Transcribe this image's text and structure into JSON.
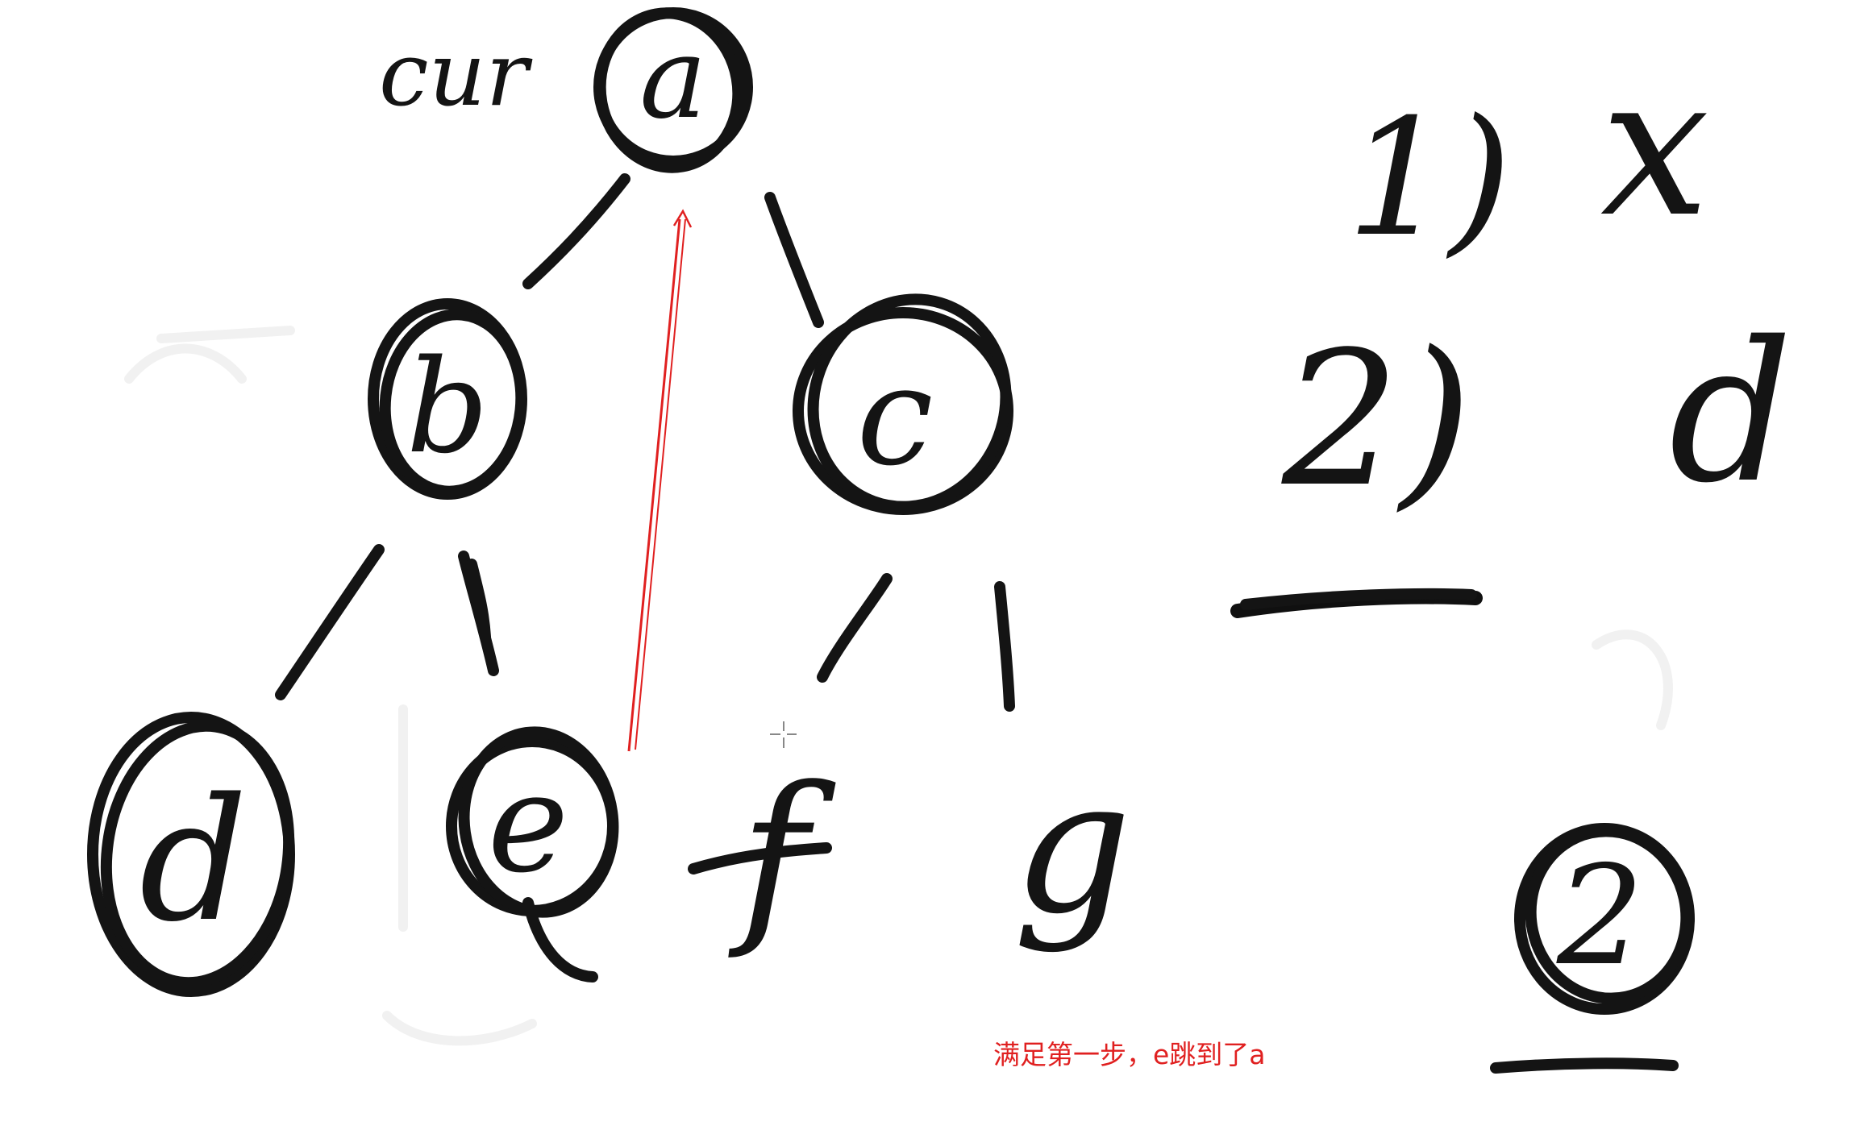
{
  "tree": {
    "cur_label": "cur",
    "nodes": {
      "a": "a",
      "b": "b",
      "c": "c",
      "d": "d",
      "e": "e",
      "f": "f",
      "g": "g"
    }
  },
  "notes": {
    "step1_marker": "1)",
    "step1_value": "x",
    "step2_marker": "2)",
    "step2_value": "d",
    "circled_value": "2"
  },
  "annotation": {
    "text": "满足第一步，e跳到了a",
    "color": "#e02020"
  },
  "colors": {
    "ink": "#141414",
    "arrow": "#e02020",
    "background": "#ffffff"
  }
}
